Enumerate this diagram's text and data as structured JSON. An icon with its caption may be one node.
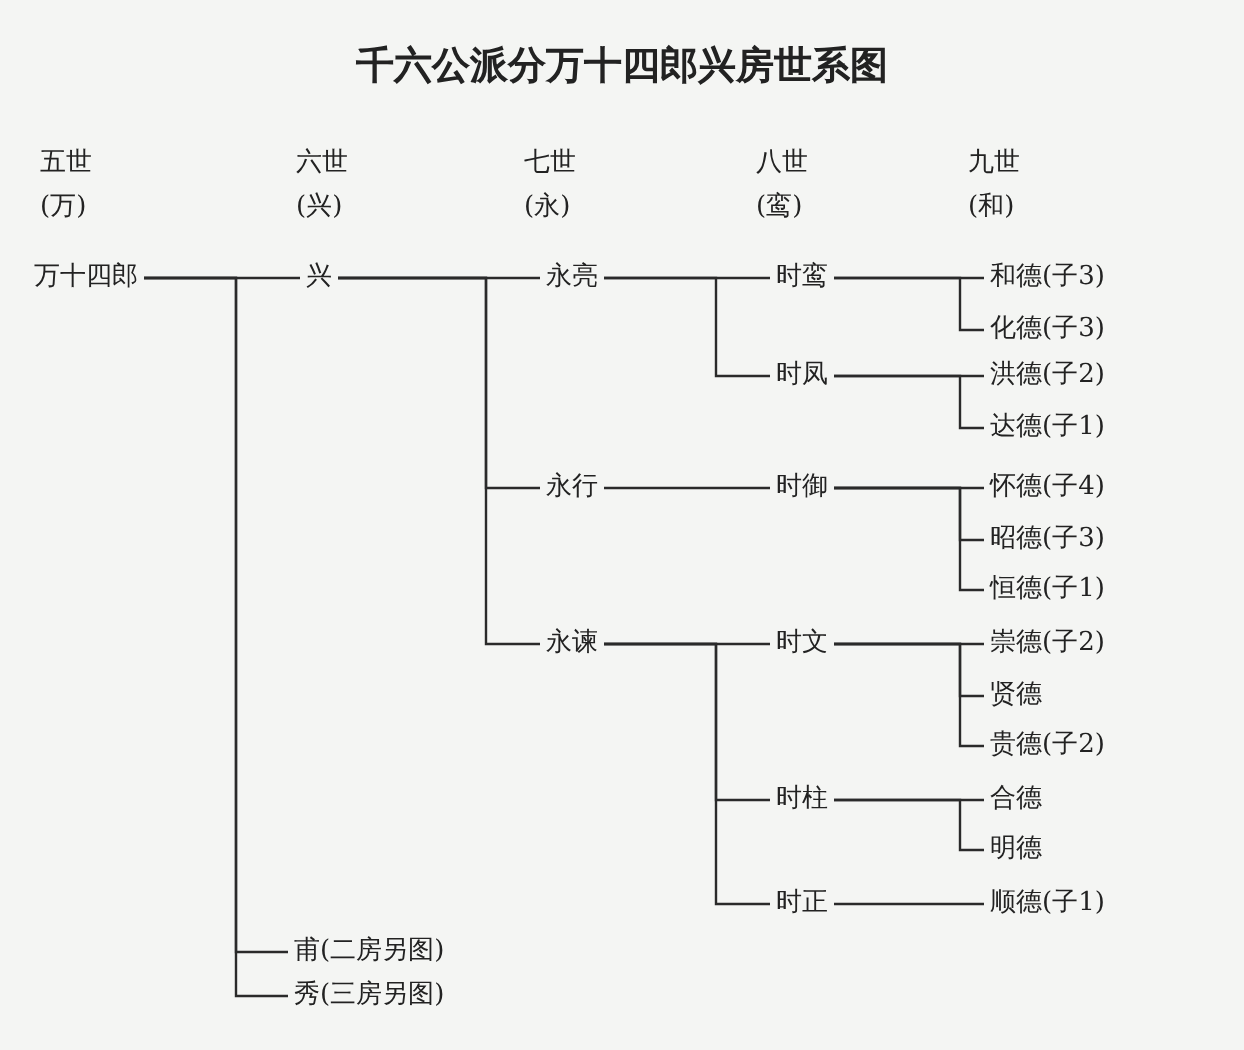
{
  "diagram": {
    "title": "千六公派分万十四郎兴房世系图",
    "nodes": [
      {
        "text": [
          "万十四郎"
        ]
      },
      {
        "text": [
          "兴"
        ]
      },
      {
        "text": [
          "甫(二房另图)"
        ]
      },
      {
        "text": [
          "秀(三房另图)"
        ]
      },
      {
        "text": [
          "永亮"
        ]
      },
      {
        "text": [
          "永行"
        ]
      },
      {
        "text": [
          "永谏"
        ]
      },
      {
        "text": [
          "时鸾"
        ]
      },
      {
        "text": [
          "时凤"
        ]
      },
      {
        "text": [
          "时御"
        ]
      },
      {
        "text": [
          "时文"
        ]
      },
      {
        "text": [
          "时柱"
        ]
      },
      {
        "text": [
          "时正"
        ]
      },
      {
        "text": [
          "和德(子3)"
        ]
      },
      {
        "text": [
          "化德(子3)"
        ]
      },
      {
        "text": [
          "洪德(子2)"
        ]
      },
      {
        "text": [
          "达德(子1)"
        ]
      },
      {
        "text": [
          "怀德(子4)"
        ]
      },
      {
        "text": [
          "昭德(子3)"
        ]
      },
      {
        "text": [
          "恒德(子1)"
        ]
      },
      {
        "text": [
          "崇德(子2)"
        ]
      },
      {
        "text": [
          "贤德"
        ]
      },
      {
        "text": [
          "贵德(子2)"
        ]
      },
      {
        "text": [
          "合德"
        ]
      },
      {
        "text": [
          "明德"
        ]
      },
      {
        "text": [
          "顺德(子1)"
        ]
      }
    ],
    "edges": [
      {
        "from": 0,
        "to": 1,
        "arrow": "none"
      },
      {
        "from": 0,
        "to": 2,
        "arrow": "none"
      },
      {
        "from": 0,
        "to": 3,
        "arrow": "none"
      },
      {
        "from": 1,
        "to": 4,
        "arrow": "none"
      },
      {
        "from": 1,
        "to": 5,
        "arrow": "none"
      },
      {
        "from": 1,
        "to": 6,
        "arrow": "none"
      },
      {
        "from": 4,
        "to": 7,
        "arrow": "none"
      },
      {
        "from": 4,
        "to": 8,
        "arrow": "none"
      },
      {
        "from": 5,
        "to": 9,
        "arrow": "none"
      },
      {
        "from": 6,
        "to": 10,
        "arrow": "none"
      },
      {
        "from": 6,
        "to": 11,
        "arrow": "none"
      },
      {
        "from": 6,
        "to": 12,
        "arrow": "none"
      },
      {
        "from": 7,
        "to": 13,
        "arrow": "none"
      },
      {
        "from": 7,
        "to": 14,
        "arrow": "none"
      },
      {
        "from": 8,
        "to": 15,
        "arrow": "none"
      },
      {
        "from": 8,
        "to": 16,
        "arrow": "none"
      },
      {
        "from": 9,
        "to": 17,
        "arrow": "none"
      },
      {
        "from": 9,
        "to": 18,
        "arrow": "none"
      },
      {
        "from": 9,
        "to": 19,
        "arrow": "none"
      },
      {
        "from": 10,
        "to": 20,
        "arrow": "none"
      },
      {
        "from": 10,
        "to": 21,
        "arrow": "none"
      },
      {
        "from": 10,
        "to": 22,
        "arrow": "none"
      },
      {
        "from": 11,
        "to": 23,
        "arrow": "none"
      },
      {
        "from": 11,
        "to": 24,
        "arrow": "none"
      },
      {
        "from": 12,
        "to": 25,
        "arrow": "none"
      }
    ],
    "labels": [
      "五世",
      "(万)",
      "六世",
      "(兴)",
      "七世",
      "(永)",
      "八世",
      "(鸾)",
      "九世",
      "(和)"
    ]
  }
}
